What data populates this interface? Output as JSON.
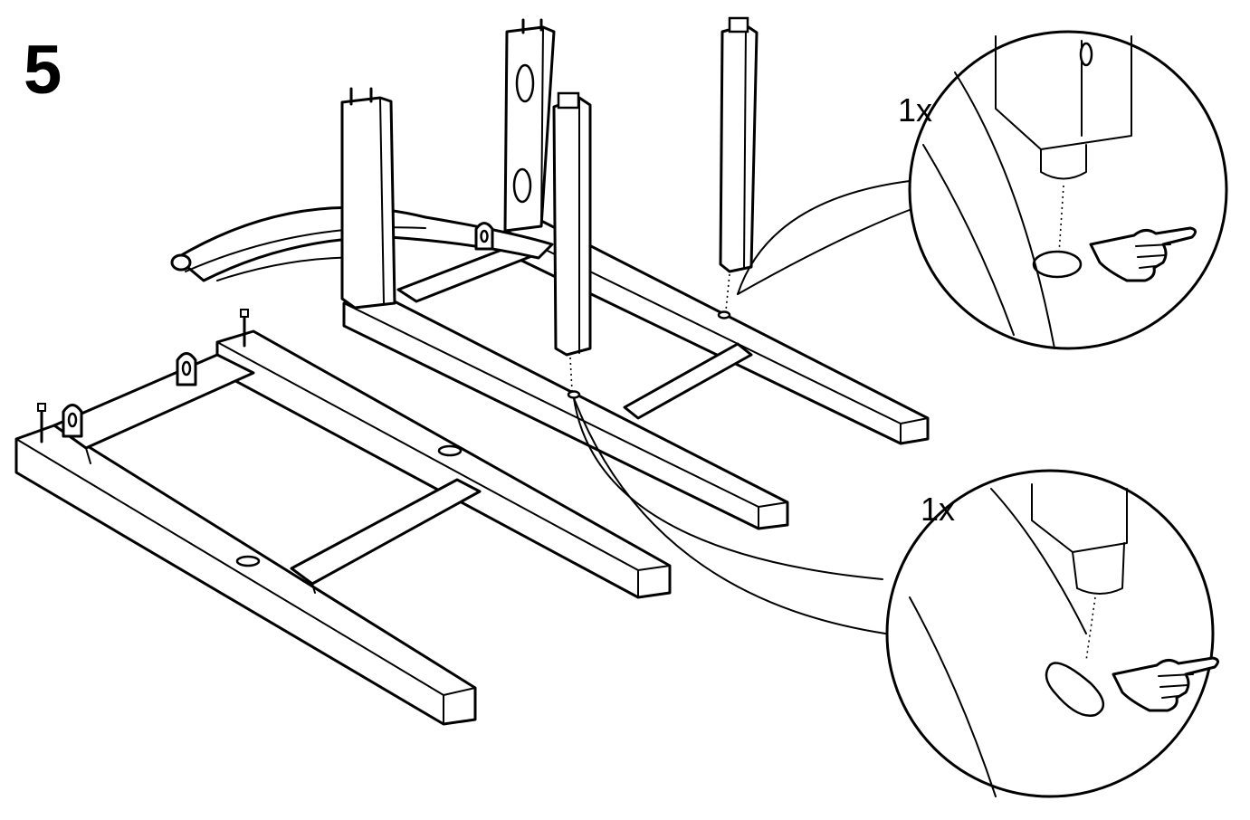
{
  "step": {
    "number": "5"
  },
  "callouts": [
    {
      "quantity": "1x"
    },
    {
      "quantity": "1x"
    }
  ],
  "icons": [
    "pointing-hand-icon",
    "pointing-hand-icon"
  ],
  "colors": {
    "ink": "#000000",
    "paper": "#ffffff"
  }
}
